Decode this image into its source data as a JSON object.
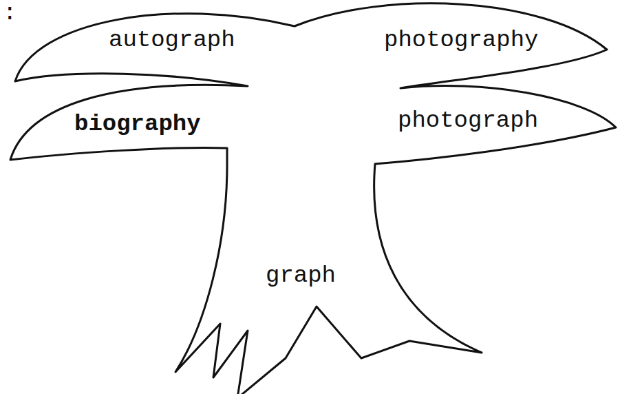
{
  "diagram": {
    "nodes": [
      {
        "text": [
          "autograph",
          "photography",
          "biography",
          "photograph",
          "graph"
        ]
      }
    ],
    "labels": [
      ":"
    ]
  }
}
